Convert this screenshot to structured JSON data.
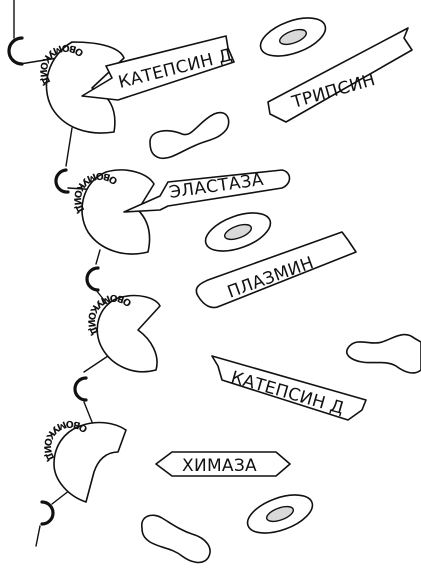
{
  "ovomucoid_label": "ОВОМУКОИД",
  "enzymes": {
    "cathepsin_top": "КАТЕПСИН Д",
    "trypsin": "ТРИПСИН",
    "elastase": "ЭЛАСТАЗА",
    "plasmin": "ПЛАЗМИН",
    "cathepsin_bottom": "КАТЕПСИН Д",
    "chymase": "ХИМАЗА"
  }
}
